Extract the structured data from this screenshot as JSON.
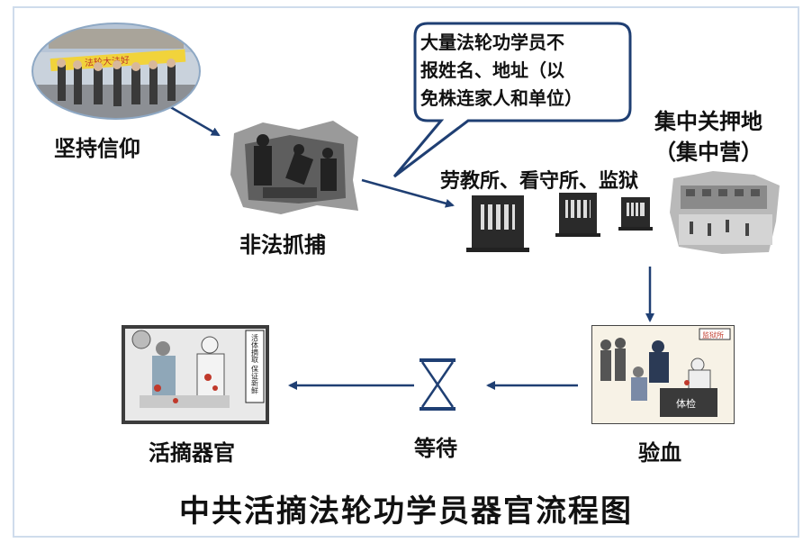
{
  "title": "中共活摘法轮功学员器官流程图",
  "steps": {
    "belief": "坚持信仰",
    "arrest": "非法抓捕",
    "prisons": "劳教所、看守所、监狱",
    "camp_line1": "集中关押地",
    "camp_line2": "（集中营）",
    "blood_test": "验血",
    "wait": "等待",
    "harvest": "活摘器官"
  },
  "speech_bubble": {
    "lines": [
      "大量法轮功学员不",
      "报姓名、地址（以",
      "免株连家人和单位）"
    ]
  },
  "image_text": {
    "banner": "法轮大法好",
    "sign_harvest": "活体摘取 保证新鲜",
    "sign_corner": "监狱所",
    "table_label": "体检"
  },
  "colors": {
    "arrow": "#1f3f73",
    "frame": "#cfdcec",
    "bubble_border": "#1f3f73"
  }
}
